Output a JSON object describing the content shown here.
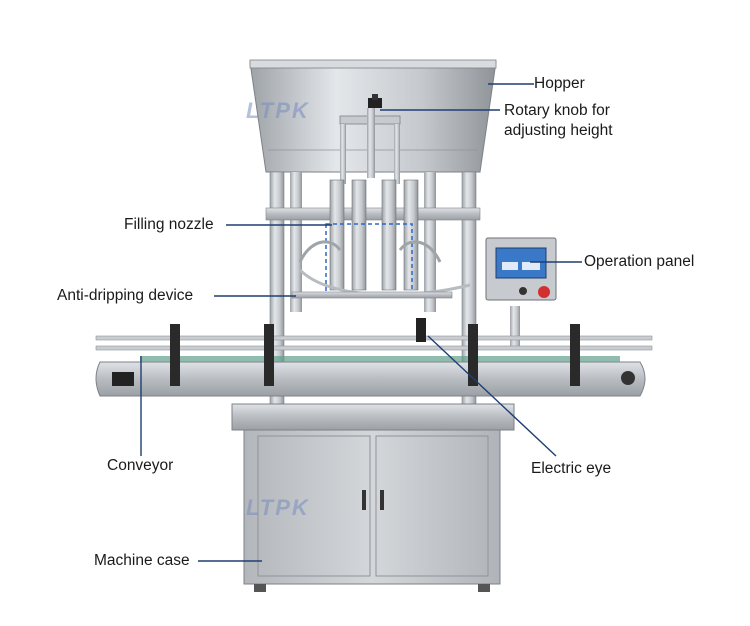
{
  "watermark": "LTPK",
  "labels": {
    "hopper": "Hopper",
    "rotary_knob_line1": "Rotary knob for",
    "rotary_knob_line2": "adjusting height",
    "filling_nozzle": "Filling nozzle",
    "operation_panel": "Operation panel",
    "anti_dripping": "Anti-dripping device",
    "conveyor": "Conveyor",
    "electric_eye": "Electric eye",
    "machine_case": "Machine case"
  },
  "colors": {
    "leader_line": "#1f3f74",
    "steel": "#c9cdd2",
    "screen": "#3a78c8"
  }
}
